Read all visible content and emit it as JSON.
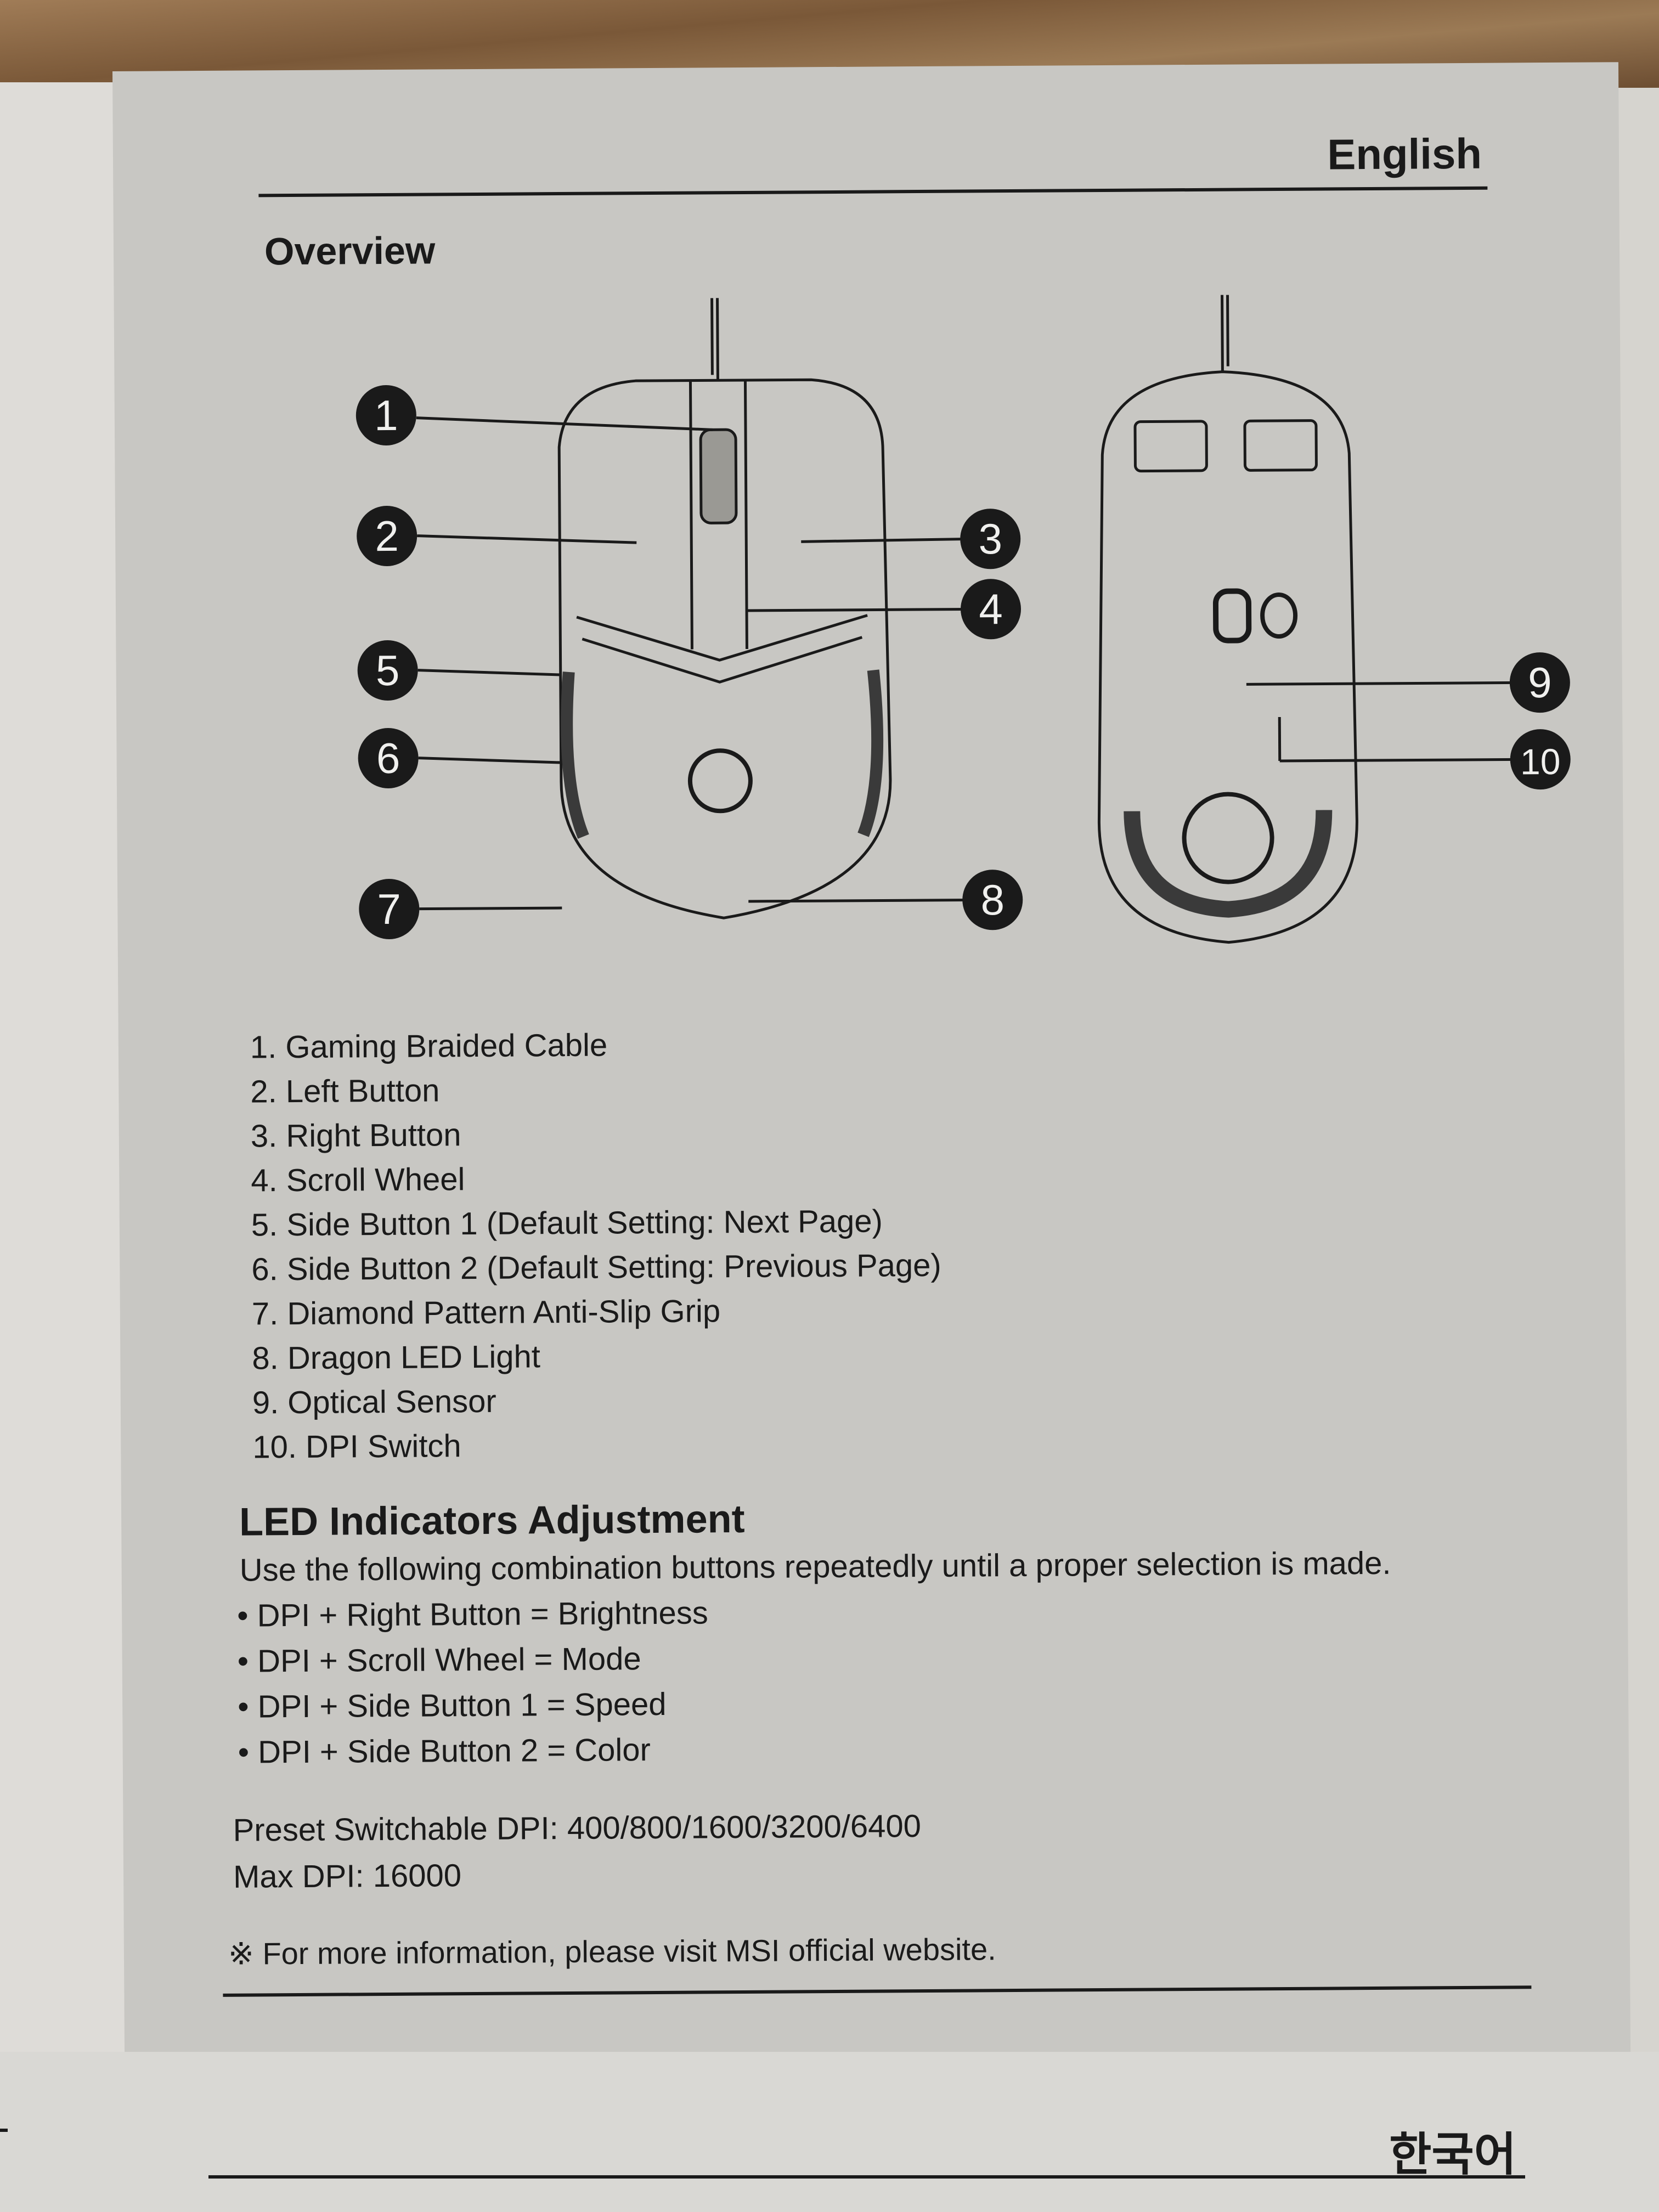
{
  "header": {
    "language": "English"
  },
  "overview": {
    "title": "Overview",
    "callouts": [
      "1",
      "2",
      "3",
      "4",
      "5",
      "6",
      "7",
      "8",
      "9",
      "10"
    ]
  },
  "parts": [
    "1. Gaming Braided Cable",
    "2. Left Button",
    "3. Right Button",
    "4. Scroll Wheel",
    "5. Side Button 1 (Default Setting: Next Page)",
    "6. Side Button 2 (Default Setting: Previous Page)",
    "7. Diamond Pattern Anti-Slip Grip",
    "8. Dragon LED Light",
    "9. Optical Sensor",
    "10. DPI Switch"
  ],
  "led": {
    "title": "LED Indicators Adjustment",
    "intro": "Use the following combination buttons repeatedly until a proper selection is made.",
    "combos": [
      "• DPI + Right Button = Brightness",
      "• DPI + Scroll Wheel = Mode",
      "• DPI + Side Button 1 = Speed",
      "• DPI + Side Button 2 = Color"
    ]
  },
  "dpi": {
    "preset": "Preset Switchable DPI: 400/800/1600/3200/6400",
    "max": "Max DPI: 16000"
  },
  "note": "※ For more information, please visit MSI official website.",
  "next_page": {
    "language": "한국어"
  },
  "colors": {
    "ink": "#1a1a1a",
    "paper": "#c8c7c3"
  }
}
